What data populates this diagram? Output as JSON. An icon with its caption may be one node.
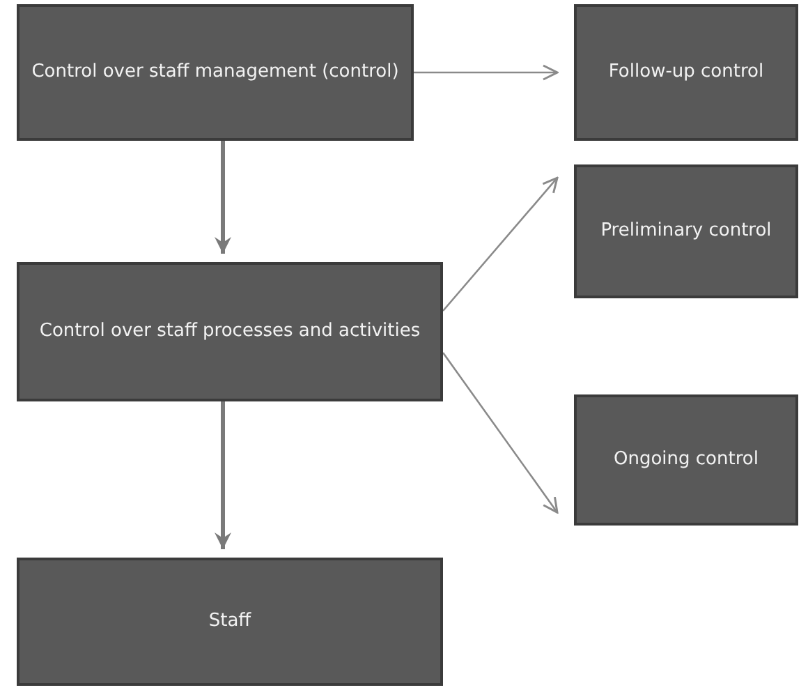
{
  "diagram": {
    "nodes": [
      {
        "text": [
          "Control over staff management (control)"
        ]
      },
      {
        "text": [
          "Follow-up control"
        ]
      },
      {
        "text": [
          "Control over staff processes and activities"
        ]
      },
      {
        "text": [
          "Preliminary control"
        ]
      },
      {
        "text": [
          "Ongoing control"
        ]
      },
      {
        "text": [
          "Staff"
        ]
      }
    ],
    "edges": [
      {
        "from": 0,
        "to": 1,
        "arrow": "to"
      },
      {
        "from": 0,
        "to": 2,
        "arrow": "to",
        "style": "thick"
      },
      {
        "from": 2,
        "to": 3,
        "arrow": "to"
      },
      {
        "from": 2,
        "to": 4,
        "arrow": "to"
      },
      {
        "from": 2,
        "to": 5,
        "arrow": "to",
        "style": "thick"
      }
    ]
  }
}
